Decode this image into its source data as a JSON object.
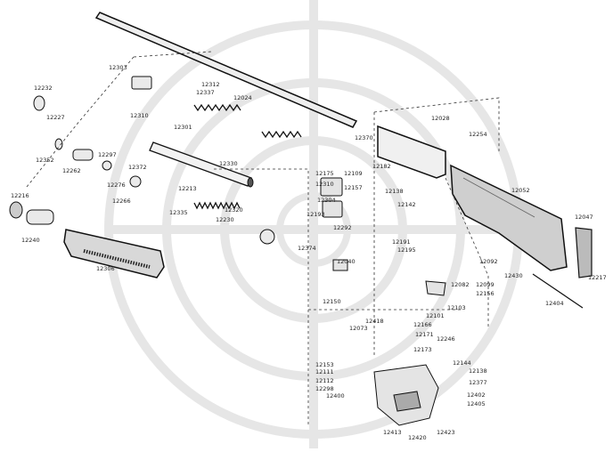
{
  "diagram": {
    "watermark": "crosshair-target",
    "part_numbers": [
      "12232",
      "12227",
      "12303",
      "12312",
      "12337",
      "12024",
      "12310",
      "12301",
      "12028",
      "12254",
      "12370",
      "12182",
      "12052",
      "12352",
      "12262",
      "12297",
      "12372",
      "12276",
      "12266",
      "12330",
      "12213",
      "12335",
      "12175",
      "12310",
      "12109",
      "12157",
      "12304",
      "12193",
      "12138",
      "12142",
      "12216",
      "12240",
      "12320",
      "12230",
      "12292",
      "12191",
      "12195",
      "12306",
      "12040",
      "12047",
      "12217",
      "12374",
      "12092",
      "12156",
      "12099",
      "12430",
      "12404",
      "12246",
      "12082",
      "12150",
      "12103",
      "12101",
      "12073",
      "12418",
      "12166",
      "12171",
      "12173",
      "12144",
      "12138",
      "12153",
      "12111",
      "12112",
      "12298",
      "12400",
      "12377",
      "12402",
      "12405",
      "12413",
      "12420",
      "12423"
    ]
  }
}
